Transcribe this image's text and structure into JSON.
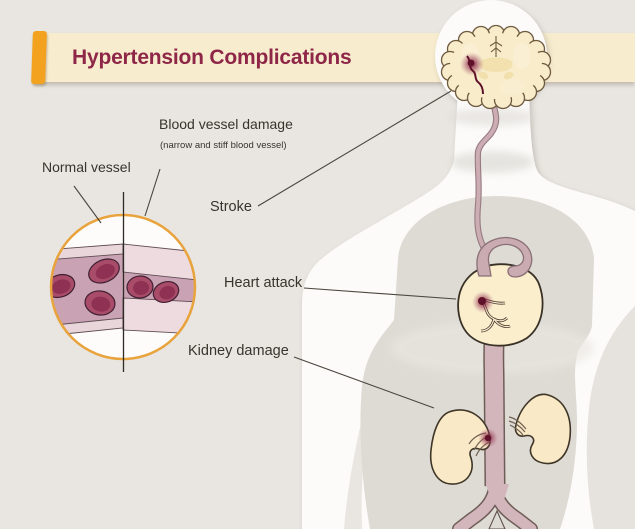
{
  "banner": {
    "title": "Hypertension Complications"
  },
  "labels": {
    "blood_vessel_damage": "Blood vessel damage",
    "blood_vessel_damage_sub": "(narrow and stiff blood vessel)",
    "normal_vessel": "Normal vessel",
    "stroke": "Stroke",
    "heart_attack": "Heart attack",
    "kidney_damage": "Kidney damage"
  },
  "colors": {
    "background": "#e9e6e1",
    "banner_cream": "#f8ecce",
    "accent_orange": "#f3a21f",
    "title_maroon": "#8e2647",
    "organ_cream": "#f8ecca",
    "artery_pink": "#cbadb3",
    "lesion_maroon": "#6f1832",
    "inset_ring_orange": "#e8a33c",
    "blood_cell_rose": "#a84c6a",
    "leader_line": "#4b463e"
  },
  "illustration": {
    "regions": [
      "brain",
      "heart",
      "kidneys",
      "aorta",
      "blood-vessel-inset"
    ]
  }
}
